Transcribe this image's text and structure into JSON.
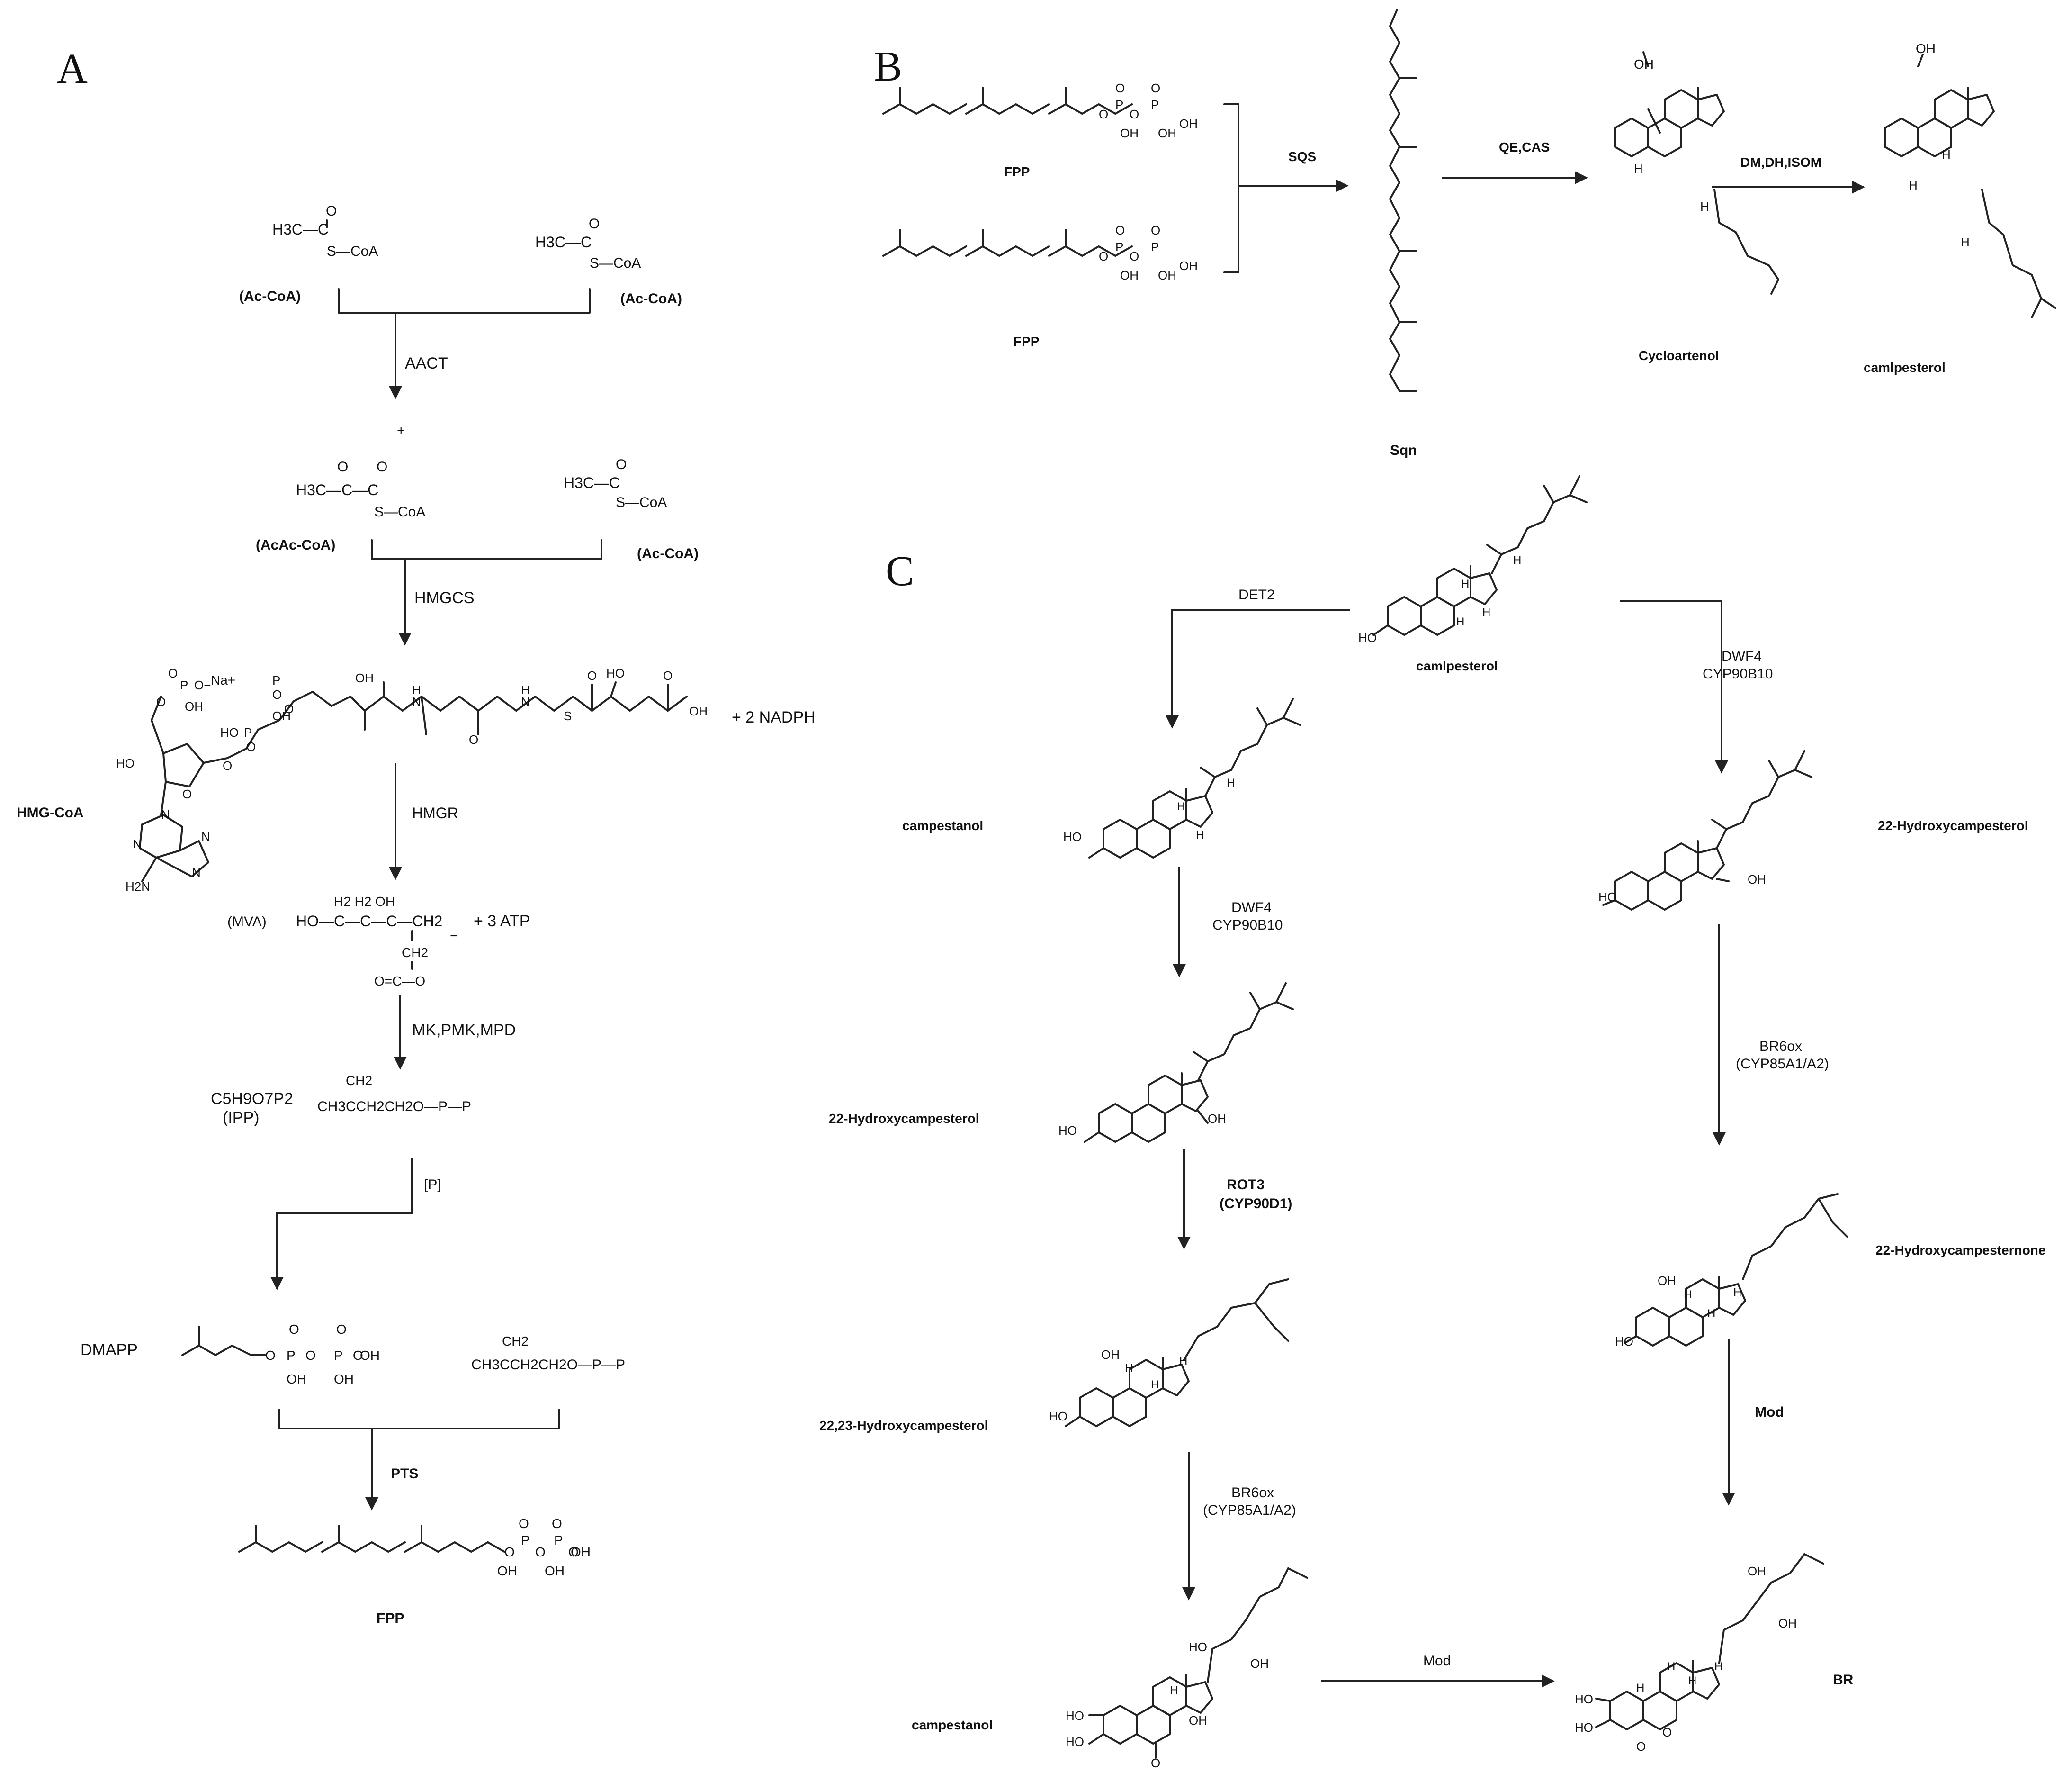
{
  "panels": {
    "a": "A",
    "b": "B",
    "c": "C"
  },
  "panel_a": {
    "acetyl_left": {
      "formula": "H3C—C",
      "sub": "S—CoA",
      "o": "O",
      "name": "(Ac-CoA)"
    },
    "acetyl_right": {
      "formula": "H3C—C",
      "sub": "S—CoA",
      "o": "O",
      "name": "(Ac-CoA)"
    },
    "enzyme_aact": "AACT",
    "plus_sign": "+",
    "acac_coa": {
      "formula": "H3C—C—C",
      "sub": "S—CoA",
      "name": "(AcAc-CoA)"
    },
    "acetyl_third": {
      "formula": "H3C—C",
      "sub": "S—CoA",
      "o": "O",
      "name": "(Ac-CoA)"
    },
    "enzyme_hmgcs": "HMGCS",
    "hmg_coa": {
      "name": "HMG-CoA",
      "atoms": [
        "Na+",
        "O",
        "P",
        "O−",
        "OH",
        "O",
        "P",
        "O",
        "HO",
        "O",
        "P",
        "O",
        "OH",
        "N",
        "N",
        "H2N",
        "N",
        "N",
        "OH",
        "N",
        "H",
        "O",
        "N",
        "H",
        "S",
        "O",
        "HO",
        "O",
        "OH",
        "HO",
        "O",
        "O"
      ],
      "plus_nadph": "+  2 NADPH"
    },
    "enzyme_hmgr": "HMGR",
    "mva": {
      "name": "(MVA)",
      "formula": "HO—C—C—C—CH2",
      "top": "H2   H2    OH",
      "bottom": "CH2",
      "acid": "O=C—O",
      "minus": "−",
      "plus_atp": "+  3 ATP"
    },
    "enzyme_mk": "MK,PMK,MPD",
    "ipp": {
      "formula": "C5H9O7P2",
      "name": "(IPP)",
      "struct": "CH3CCH2CH2O—P—P",
      "ch2": "CH2"
    },
    "enzyme_p": "[P]",
    "dmapp": {
      "name": "DMAPP",
      "atoms": [
        "O",
        "P",
        "O",
        "P",
        "O",
        "OH",
        "OH",
        "OH",
        "O",
        "O"
      ]
    },
    "ipp_second": {
      "struct": "CH3CCH2CH2O—P—P",
      "ch2": "CH2"
    },
    "enzyme_pts": "PTS",
    "fpp_final": {
      "name": "FPP",
      "atoms": [
        "O",
        "P",
        "O",
        "P",
        "O",
        "OH",
        "OH",
        "OH",
        "O",
        "O"
      ]
    }
  },
  "panel_b": {
    "fpp_top": {
      "name": "FPP",
      "atoms": [
        "O",
        "P",
        "O",
        "P",
        "OH",
        "OH",
        "OH",
        "O",
        "O"
      ]
    },
    "fpp_bottom": {
      "name": "FPP",
      "atoms": [
        "O",
        "P",
        "O",
        "P",
        "OH",
        "OH",
        "OH",
        "O",
        "O"
      ]
    },
    "enzyme_sqs": "SQS",
    "sqn": "Sqn",
    "enzyme_qe": "QE,CAS",
    "cycloartenol": {
      "name": "Cycloartenol",
      "atoms": [
        "OH",
        "H",
        "H"
      ]
    },
    "enzyme_dm": "DM,DH,ISOM",
    "campesterol": {
      "name": "camlpesterol",
      "atoms": [
        "OH",
        "H",
        "H",
        "H"
      ]
    }
  },
  "panel_c": {
    "start": {
      "name": "camlpesterol",
      "atoms": [
        "HO",
        "H",
        "H",
        "H",
        "H"
      ]
    },
    "enzyme_det2": "DET2",
    "enzyme_dwf4_right": "DWF4",
    "enzyme_cyp90b10_right": "CYP90B10",
    "campestanol_top": {
      "name": "campestanol",
      "atoms": [
        "HO",
        "H",
        "H",
        "H"
      ]
    },
    "enzyme_dwf4_left": "DWF4",
    "enzyme_cyp90b10_left": "CYP90B10",
    "hydroxy_left": {
      "name": "22-Hydroxycampesterol",
      "atoms": [
        "HO",
        "OH"
      ]
    },
    "enzyme_rot3": "ROT3",
    "enzyme_cyp90d1": "(CYP90D1)",
    "dihydroxy": {
      "name": "22,23-Hydroxycampesterol",
      "atoms": [
        "HO",
        "OH",
        "H",
        "H",
        "H"
      ]
    },
    "enzyme_br6ox_left": "BR6ox",
    "enzyme_cyp85_left": "(CYP85A1/A2)",
    "campestanol_bottom": {
      "name": "campestanol",
      "atoms": [
        "HO",
        "HO",
        "HO",
        "OH",
        "OH",
        "O",
        "H"
      ]
    },
    "enzyme_mod_bottom": "Mod",
    "br": {
      "name": "BR",
      "atoms": [
        "HO",
        "HO",
        "OH",
        "OH",
        "O",
        "O",
        "H",
        "H",
        "H",
        "H"
      ]
    },
    "hydroxy_right": {
      "name": "22-Hydroxycampesterol",
      "atoms": [
        "HO",
        "OH"
      ]
    },
    "enzyme_br6ox_right": "BR6ox",
    "enzyme_cyp85_right": "(CYP85A1/A2)",
    "hydroxy_ketone": {
      "name": "22-Hydroxycampesternone",
      "atoms": [
        "HO",
        "OH",
        "H",
        "H",
        "H"
      ]
    },
    "enzyme_mod_right": "Mod"
  }
}
